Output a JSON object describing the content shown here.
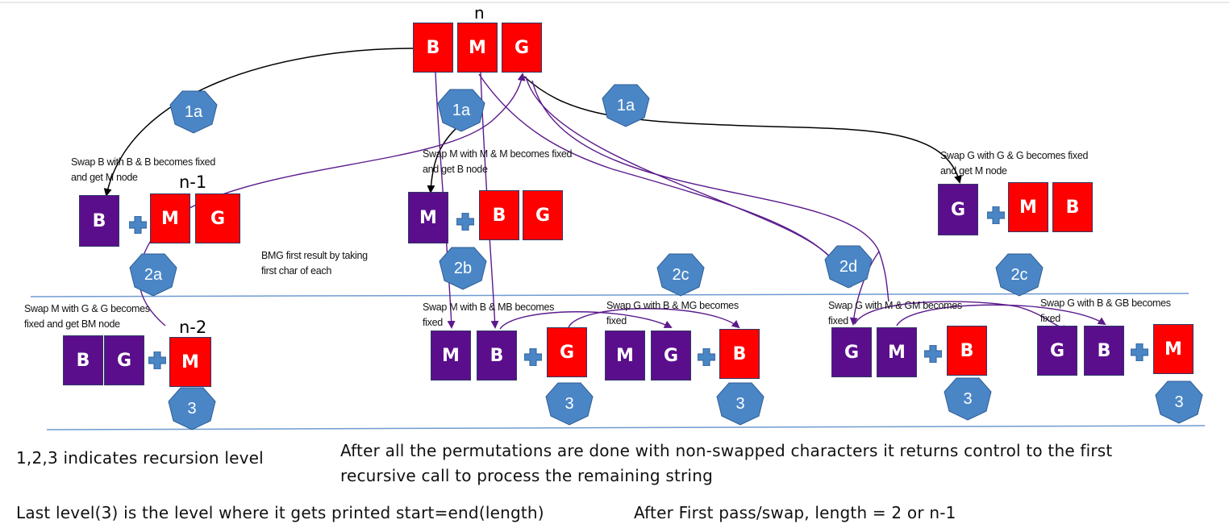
{
  "labels": {
    "top_n": "n",
    "n1": "n-1",
    "n2": "n-2"
  },
  "nodes": {
    "root": [
      "B",
      "M",
      "G"
    ],
    "l1_left_fixed": "B",
    "l1_left_rest": [
      "M",
      "G"
    ],
    "l1_mid_fixed": "M",
    "l1_mid_rest": [
      "B",
      "G"
    ],
    "l1_right_fixed": "G",
    "l1_right_rest": [
      "M",
      "B"
    ],
    "l2_a_fixed": [
      "B",
      "G"
    ],
    "l2_a_rest": "M",
    "l2_b_fixed": [
      "M",
      "B"
    ],
    "l2_b_rest": "G",
    "l2_c_fixed": [
      "M",
      "G"
    ],
    "l2_c_rest": "B",
    "l2_d_fixed": [
      "G",
      "M"
    ],
    "l2_d_rest": "B",
    "l2_e_fixed": [
      "G",
      "B"
    ],
    "l2_e_rest": "M"
  },
  "steps": {
    "s1a_left": "1a",
    "s1a_mid": "1a",
    "s1a_right": "1a",
    "s2a": "2a",
    "s2b": "2b",
    "s2c_mid": "2c",
    "s2d": "2d",
    "s2c_right": "2c",
    "s3_a": "3",
    "s3_b": "3",
    "s3_c": "3",
    "s3_d": "3",
    "s3_e": "3"
  },
  "annotations": {
    "swap_b_line1": "Swap B with B & B becomes fixed",
    "swap_b_line2": "and get M node",
    "swap_m_line1": "Swap M with M & M becomes fixed",
    "swap_m_line2": "and get B node",
    "swap_g_line1": "Swap G with G & G becomes fixed",
    "swap_g_line2": "and get M node",
    "bmg_line1": "BMG first result by taking",
    "bmg_line2": "first char of each",
    "swap_mg_line1": "Swap M with G & G becomes",
    "swap_mg_line2": "fixed and get BM node",
    "swap_mb_line1": "Swap M with B & MB becomes",
    "swap_mb_line2": "fixed",
    "swap_gb_mg_line1": "Swap G with B & MG  becomes",
    "swap_gb_mg_line2": "fixed",
    "swap_gm_line1": "Swap G with M & GM becomes",
    "swap_gm_line2": "fixed",
    "swap_gb_gb_line1": "Swap G with B & GB becomes",
    "swap_gb_gb_line2": "fixed"
  },
  "footer": {
    "recursion_note": "1,2,3 indicates recursion level",
    "permutation_note_line1": "After all the permutations are done with non-swapped characters it returns control to the first",
    "permutation_note_line2": "recursive call to process the remaining string",
    "last_level_note": "Last level(3) is the level where it gets printed start=end(length)",
    "first_pass_note": "After First pass/swap, length = 2 or n-1"
  },
  "colors": {
    "red": "#ff0000",
    "purple": "#5b0e8c",
    "hexagon": "#4a86c6",
    "black_arrow": "#000000",
    "purple_arrow": "#5b1a8c",
    "divider": "#6f9bd1"
  }
}
